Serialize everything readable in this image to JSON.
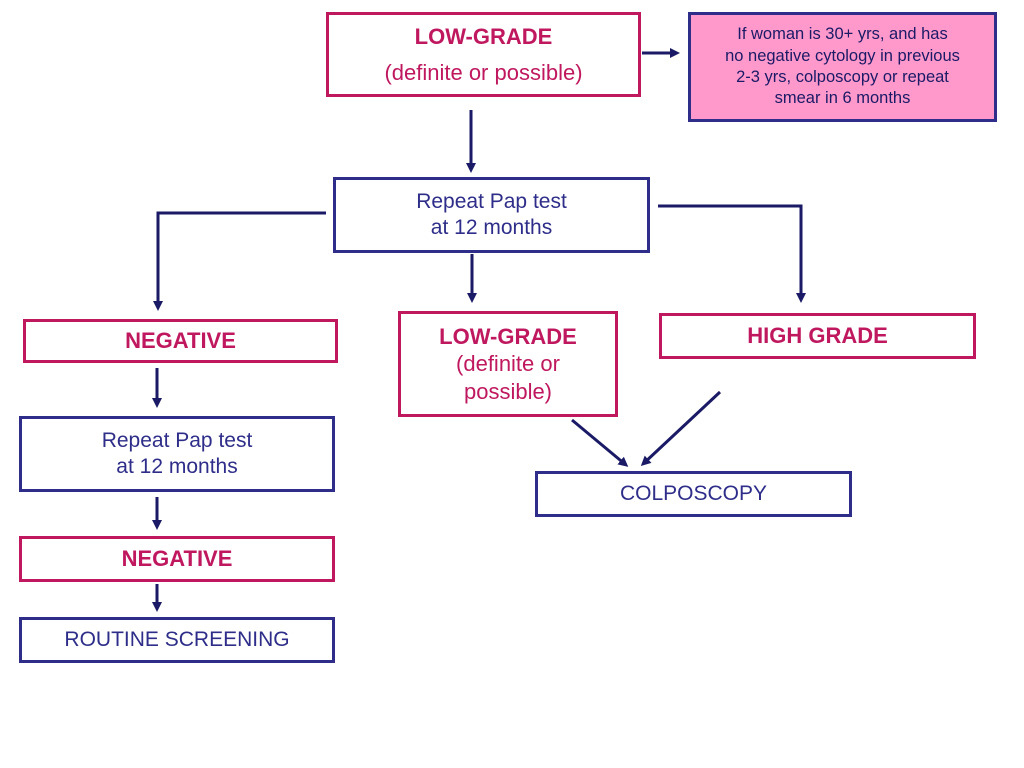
{
  "colors": {
    "magenta": "#c0185f",
    "navy": "#2e2e8a",
    "note_fill": "#ff99cc",
    "arrow": "#1a1a66"
  },
  "nodes": {
    "low_grade_top": {
      "title": "LOW-GRADE",
      "subtitle": "(definite or possible)"
    },
    "note": {
      "lines": [
        "If woman is 30+ yrs, and has",
        "no negative cytology in previous",
        "2-3 yrs, colposcopy or repeat",
        "smear in 6 months"
      ]
    },
    "repeat_pap_1": {
      "lines": [
        "Repeat Pap test",
        "at 12 months"
      ]
    },
    "negative_1": {
      "label": "NEGATIVE"
    },
    "low_grade_mid": {
      "lines": [
        "LOW-GRADE",
        "(definite or",
        "possible)"
      ]
    },
    "high_grade": {
      "label": "HIGH GRADE"
    },
    "repeat_pap_2": {
      "lines": [
        "Repeat Pap test",
        "at 12 months"
      ]
    },
    "colposcopy": {
      "label": "COLPOSCOPY"
    },
    "negative_2": {
      "label": "NEGATIVE"
    },
    "routine": {
      "label": "ROUTINE SCREENING"
    }
  }
}
